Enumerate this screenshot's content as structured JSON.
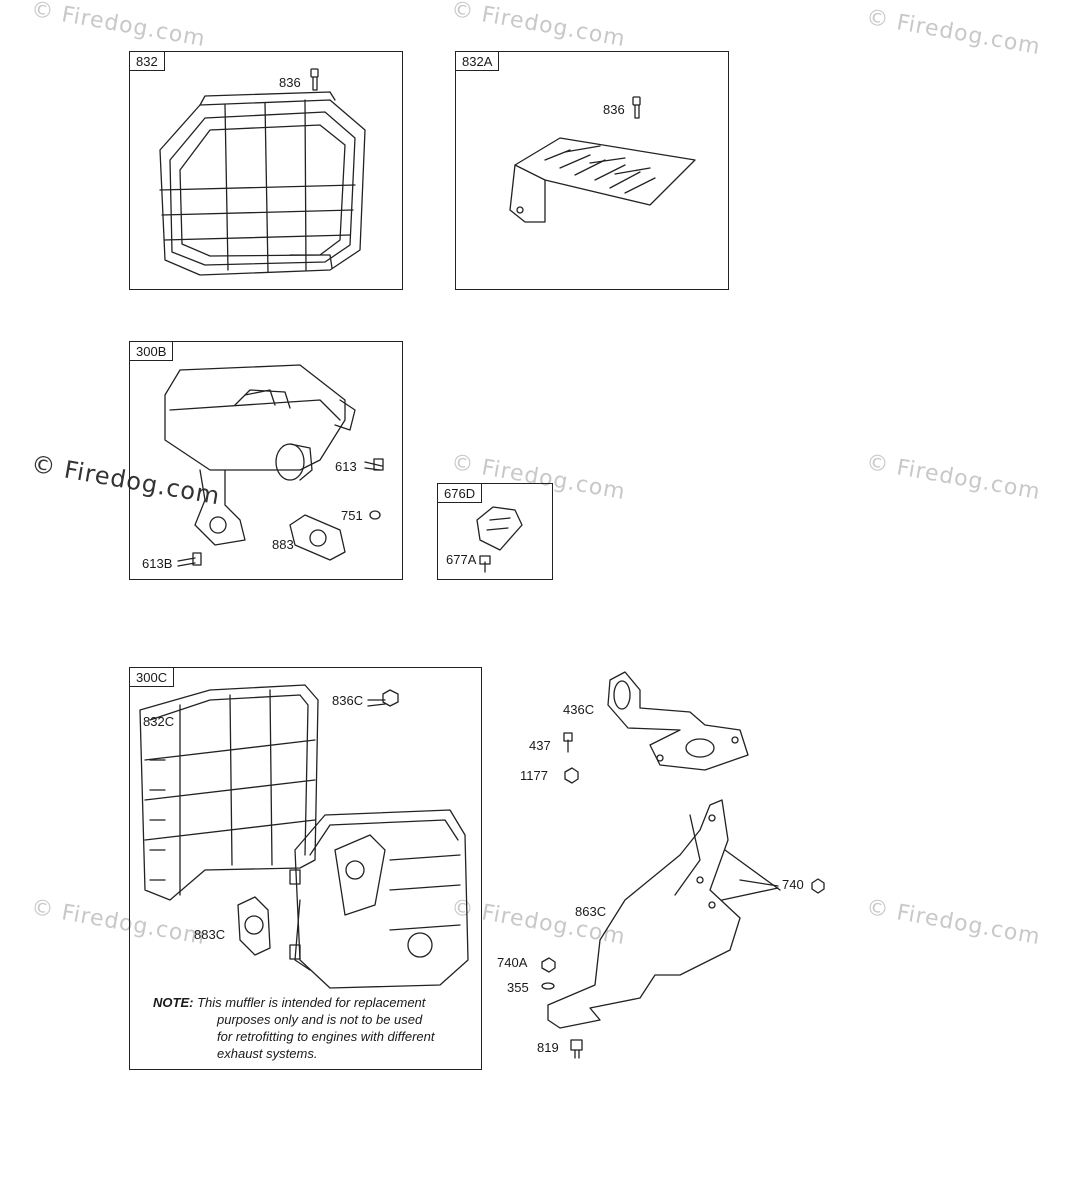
{
  "watermark": {
    "text": "© Firedog.com"
  },
  "panels": {
    "p832": {
      "tag": "832",
      "parts": {
        "a": "836"
      }
    },
    "p832a": {
      "tag": "832A",
      "parts": {
        "a": "836"
      }
    },
    "p300b": {
      "tag": "300B",
      "parts": {
        "a": "613",
        "b": "751",
        "c": "883",
        "d": "613B"
      }
    },
    "p676d": {
      "tag": "676D",
      "parts": {
        "a": "677A"
      }
    },
    "p300c": {
      "tag": "300C",
      "parts": {
        "a": "836C",
        "b": "832C",
        "c": "883C"
      }
    }
  },
  "loose_parts": {
    "a": "436C",
    "b": "437",
    "c": "1177",
    "d": "740",
    "e": "863C",
    "f": "740A",
    "g": "355",
    "h": "819"
  },
  "note": {
    "label": "NOTE:",
    "line1": "This muffler is intended for replacement",
    "line2": "purposes only and is not to be used",
    "line3": "for retrofitting to engines with different",
    "line4": "exhaust systems."
  }
}
